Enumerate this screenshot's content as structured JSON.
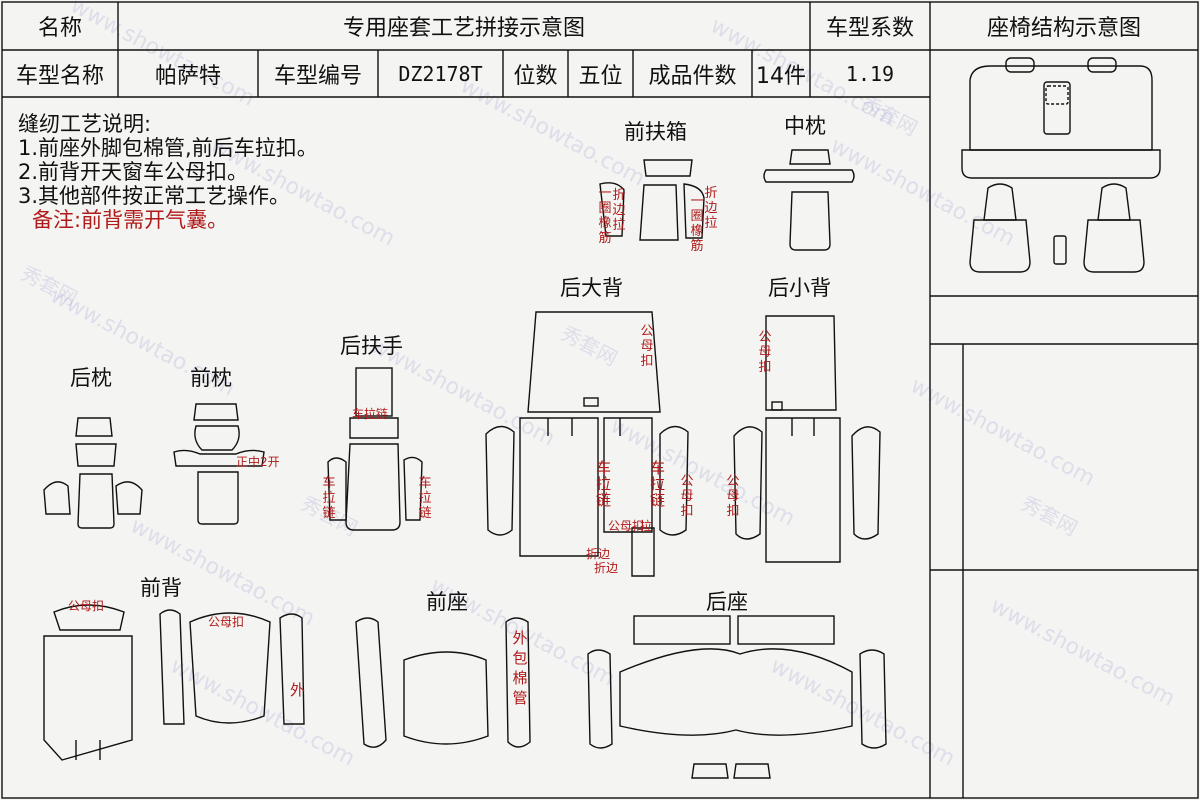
{
  "header": {
    "name_label": "名称",
    "doc_title": "专用座套工艺拼接示意图",
    "coef_label": "车型系数",
    "structure_title": "座椅结构示意图",
    "model_name_label": "车型名称",
    "model_name_value": "帕萨特",
    "model_no_label": "车型编号",
    "model_no_value": "DZ2178T",
    "seats_label": "位数",
    "seats_value": "五位",
    "pieces_label": "成品件数",
    "pieces_value": "14件",
    "coef_value": "1.19"
  },
  "notes": {
    "heading": "缝纫工艺说明:",
    "line1": "1.前座外脚包棉管,前后车拉扣。",
    "line2": "2.前背开天窗车公母扣。",
    "line3": "3.其他部件按正常工艺操作。",
    "remark": "备注:前背需开气囊。"
  },
  "parts": {
    "front_armrest_box": "前扶箱",
    "middle_pillow": "中枕",
    "rear_big_back": "后大背",
    "rear_small_back": "后小背",
    "rear_armrest": "后扶手",
    "rear_pillow": "后枕",
    "front_pillow": "前枕",
    "front_back": "前背",
    "front_seat": "前座",
    "rear_seat": "后座"
  },
  "annotations": {
    "fold_edge_pull": "折边拉",
    "rubber_band_loop": "一圈橡筋",
    "snap": "公母扣",
    "zipper": "车拉链",
    "pull": "拉",
    "front_split": "正中2开",
    "fold_edge": "折边",
    "outer": "外",
    "outer_wrap_tube": "外包棉管",
    "gong": "公"
  },
  "watermark": {
    "site": "www.showtao.com",
    "brand": "秀套网"
  },
  "colors": {
    "annotation_red": "#b01a1a",
    "line": "#111111",
    "background": "#f4f4f2",
    "watermark": "#8888cc"
  }
}
